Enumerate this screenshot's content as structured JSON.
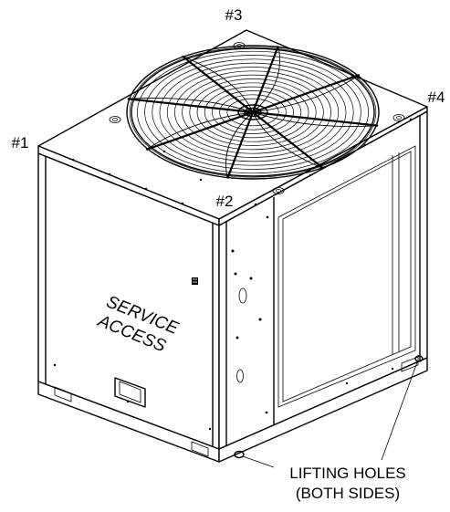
{
  "diagram": {
    "corner_labels": {
      "c1": "#1",
      "c2": "#2",
      "c3": "#3",
      "c4": "#4"
    },
    "service_access": {
      "line1": "SERVICE",
      "line2": "ACCESS"
    },
    "lifting_holes": {
      "line1": "LIFTING HOLES",
      "line2": "(BOTH SIDES)"
    },
    "colors": {
      "line": "#000000",
      "background": "#ffffff"
    }
  }
}
